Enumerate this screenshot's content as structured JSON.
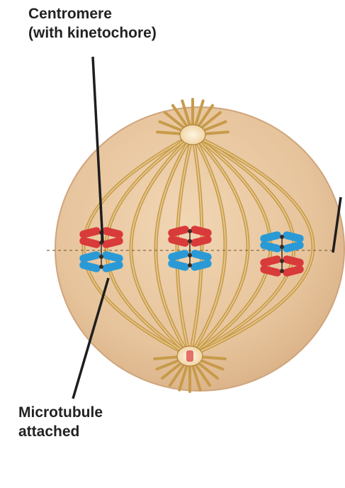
{
  "labels": {
    "centromere_line1": "Centromere",
    "centromere_line2": "(with kinetochore)",
    "microtubule_line1": "Microtubule",
    "microtubule_line2": "attached"
  },
  "colors": {
    "background": "#ffffff",
    "cell_fill": "#e6c39b",
    "cell_outline": "#cfa57c",
    "spindle_fiber": "#c79b4a",
    "spindle_fiber_dark": "#a97a2c",
    "chromosome_red": "#d93a3a",
    "chromosome_blue": "#2a9ad6",
    "label_text": "#222222",
    "pointer_line": "#1e1e1e"
  },
  "chromosome_groups": [
    {
      "name": "chromosome-pair-left",
      "order": [
        "red",
        "red",
        "blue",
        "blue"
      ]
    },
    {
      "name": "chromosome-pair-center",
      "order": [
        "red",
        "red",
        "blue",
        "blue"
      ]
    },
    {
      "name": "chromosome-pair-right",
      "order": [
        "blue",
        "blue",
        "red",
        "red"
      ]
    }
  ]
}
